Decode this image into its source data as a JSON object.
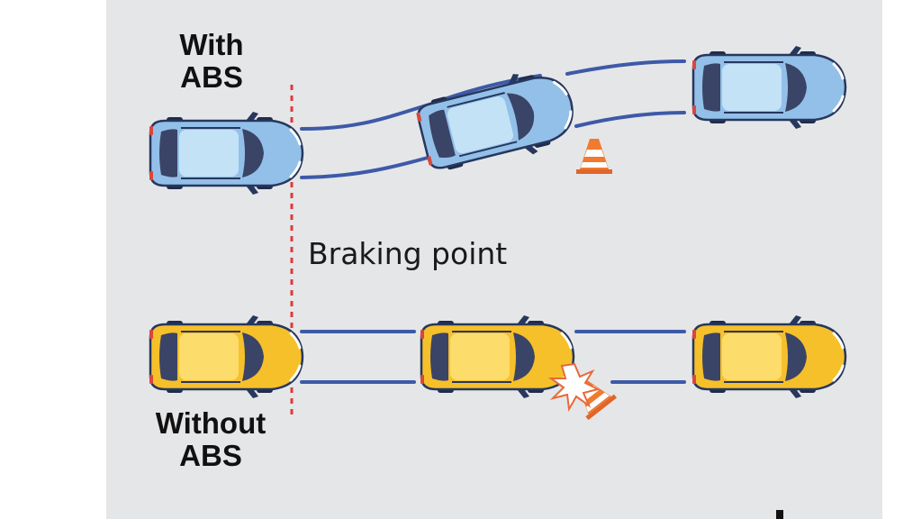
{
  "labels": {
    "with_abs": [
      "With",
      "ABS"
    ],
    "without_abs": [
      "Without",
      "ABS"
    ],
    "braking_point": "Braking point"
  },
  "colors": {
    "background": "#e5e6e8",
    "page": "#ffffff",
    "abs_car_body": "#93c0e8",
    "abs_car_roof": "#c3e2f6",
    "non_abs_car_body": "#f6c02b",
    "non_abs_car_roof": "#fcdc6a",
    "tire_track": "#3d5aa8",
    "braking_line": "#e0393b",
    "cone_orange": "#f07a2f"
  },
  "icons": {
    "car": "car-top-view-icon",
    "cone": "traffic-cone-icon",
    "impact": "impact-burst-icon"
  }
}
